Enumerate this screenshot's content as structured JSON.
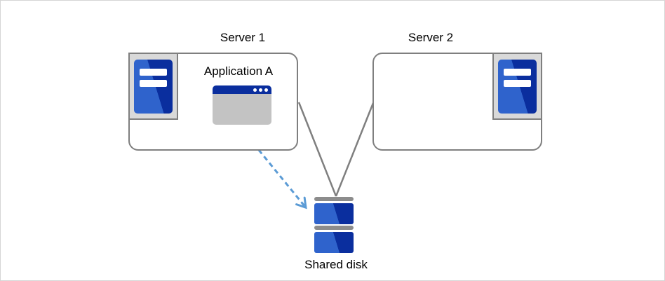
{
  "diagram": {
    "nodes": {
      "server1": {
        "label": "Server 1",
        "application": {
          "label": "Application A"
        }
      },
      "server2": {
        "label": "Server 2"
      },
      "shared_disk": {
        "label": "Shared disk"
      }
    },
    "icons": {
      "server1": "server-tower-icon",
      "server2": "server-tower-icon",
      "application": "app-window-icon",
      "shared_disk": "stacked-disk-icon"
    },
    "connections": [
      {
        "from": "server1",
        "to": "shared_disk",
        "style": "solid-line"
      },
      {
        "from": "server2",
        "to": "shared_disk",
        "style": "solid-line"
      },
      {
        "from": "application_a",
        "to": "shared_disk",
        "style": "dashed-arrow"
      }
    ]
  },
  "colors": {
    "blue-dark": "#0a2e9e",
    "blue-light": "#2f63cc",
    "frame-fill": "#d9d9d9",
    "border-gray": "#7f7f7f",
    "connector-gray": "#7f7f7f",
    "disk-cap-gray": "#8c8c8c",
    "app-body-gray": "#c3c3c3",
    "arrow-blue": "#5b9bd5",
    "canvas-border": "#d5d5d5",
    "text-black": "#000000"
  }
}
